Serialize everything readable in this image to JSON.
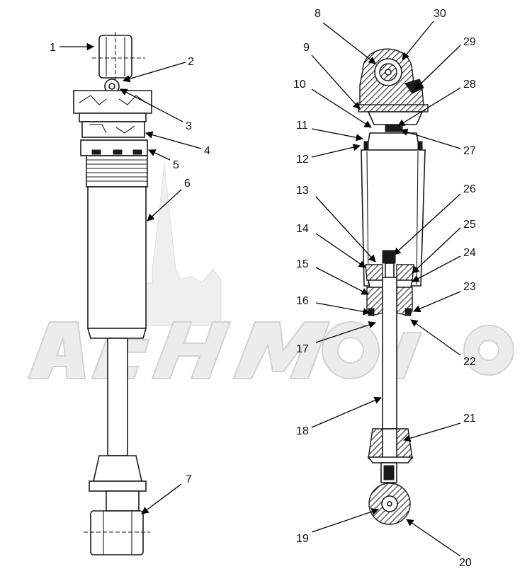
{
  "diagram": {
    "watermark": "AchMoto",
    "callouts": [
      {
        "id": "c1",
        "label": "1"
      },
      {
        "id": "c2",
        "label": "2"
      },
      {
        "id": "c3",
        "label": "3"
      },
      {
        "id": "c4",
        "label": "4"
      },
      {
        "id": "c5",
        "label": "5"
      },
      {
        "id": "c6",
        "label": "6"
      },
      {
        "id": "c7",
        "label": "7"
      },
      {
        "id": "c8",
        "label": "8"
      },
      {
        "id": "c9",
        "label": "9"
      },
      {
        "id": "c10",
        "label": "10"
      },
      {
        "id": "c11",
        "label": "11"
      },
      {
        "id": "c12",
        "label": "12"
      },
      {
        "id": "c13",
        "label": "13"
      },
      {
        "id": "c14",
        "label": "14"
      },
      {
        "id": "c15",
        "label": "15"
      },
      {
        "id": "c16",
        "label": "16"
      },
      {
        "id": "c17",
        "label": "17"
      },
      {
        "id": "c18",
        "label": "18"
      },
      {
        "id": "c19",
        "label": "19"
      },
      {
        "id": "c20",
        "label": "20"
      },
      {
        "id": "c21",
        "label": "21"
      },
      {
        "id": "c22",
        "label": "22"
      },
      {
        "id": "c23",
        "label": "23"
      },
      {
        "id": "c24",
        "label": "24"
      },
      {
        "id": "c25",
        "label": "25"
      },
      {
        "id": "c26",
        "label": "26"
      },
      {
        "id": "c27",
        "label": "27"
      },
      {
        "id": "c28",
        "label": "28"
      },
      {
        "id": "c29",
        "label": "29"
      },
      {
        "id": "c30",
        "label": "30"
      }
    ]
  }
}
